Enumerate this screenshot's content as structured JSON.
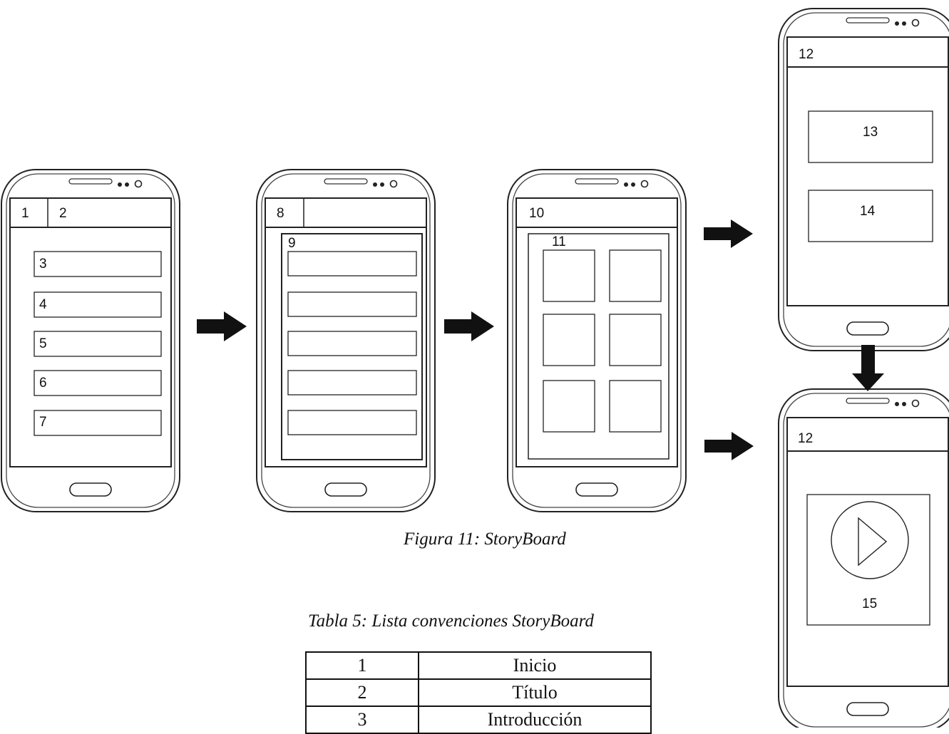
{
  "phones": {
    "p1": {
      "header_a": "1",
      "header_b": "2",
      "items": [
        "3",
        "4",
        "5",
        "6",
        "7"
      ]
    },
    "p2": {
      "header": "8",
      "list_label": "9"
    },
    "p3": {
      "header": "10",
      "grid_label": "11"
    },
    "p4": {
      "header": "12",
      "box_a": "13",
      "box_b": "14"
    },
    "p5": {
      "header": "12",
      "video_label": "15",
      "play_icon": "play-icon"
    }
  },
  "figure_caption": "Figura 11: StoryBoard",
  "table_caption": "Tabla 5: Lista convenciones StoryBoard",
  "table_rows": [
    {
      "num": "1",
      "label": "Inicio"
    },
    {
      "num": "2",
      "label": "Título"
    },
    {
      "num": "3",
      "label": "Introducción"
    }
  ]
}
